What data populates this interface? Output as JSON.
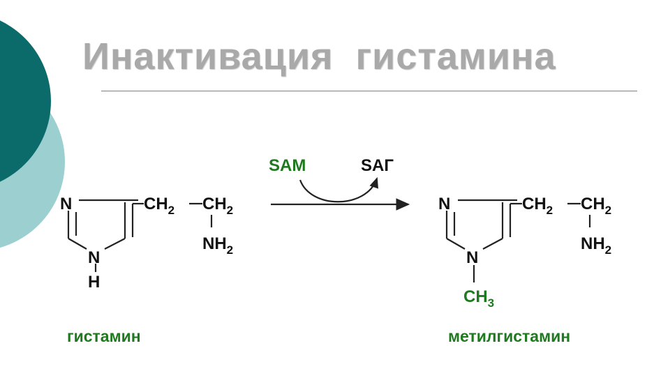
{
  "title": "Инактивация  гистамина",
  "reagents": {
    "donor": "SAM",
    "product": "SAГ"
  },
  "histamine": {
    "ring_n_top": "N",
    "ring_n_bottom": "N",
    "ring_h": "H",
    "ch2_a": "CH",
    "ch2_a_sub": "2",
    "ch2_b": "CH",
    "ch2_b_sub": "2",
    "nh2": "NH",
    "nh2_sub": "2",
    "caption": "гистамин"
  },
  "methylhistamine": {
    "ring_n_top": "N",
    "ring_n_bottom": "N",
    "methyl": "CH",
    "methyl_sub": "3",
    "ch2_a": "CH",
    "ch2_a_sub": "2",
    "ch2_b": "CH",
    "ch2_b_sub": "2",
    "nh2": "NH",
    "nh2_sub": "2",
    "caption": "метилгистамин"
  },
  "colors": {
    "teal_dark": "#0b6a6a",
    "teal_light": "#9ccfcf",
    "title_gray": "#a9a9a9",
    "green": "#1f7a1f"
  }
}
